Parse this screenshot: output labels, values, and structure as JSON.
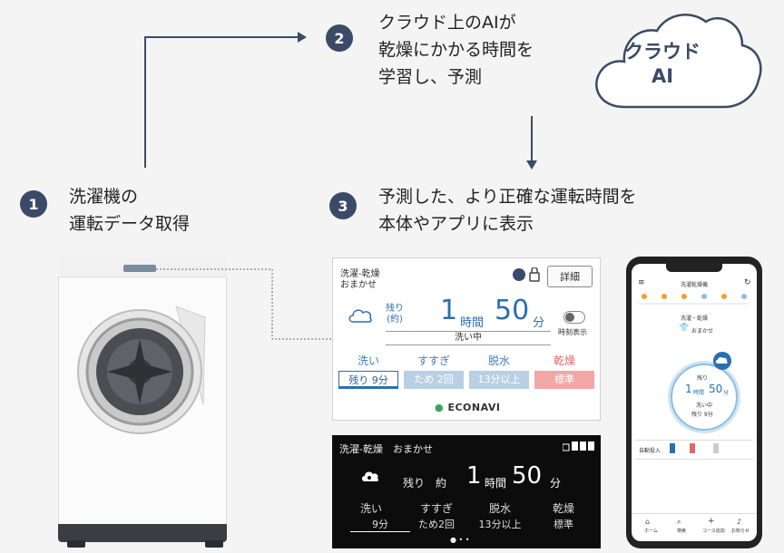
{
  "steps": [
    {
      "number": "1",
      "text": "洗濯機の\n運転データ取得"
    },
    {
      "number": "2",
      "text": "クラウド上のAIが\n乾燥にかかる時間を\n学習し、予測"
    },
    {
      "number": "3",
      "text": "予測した、より正確な運転時間を\n本体やアプリに表示"
    }
  ],
  "cloud": {
    "label": "クラウド\nAI"
  },
  "colors": {
    "step_circle": "#3b4a66",
    "accent_blue": "#2a6fb0",
    "dry_pink": "#f2a7a7",
    "econavi_green": "#3aa655"
  },
  "panel_light": {
    "title_line1": "洗濯-乾燥",
    "title_line2": "おまかせ",
    "detail_button": "詳細",
    "remain_label": "残り\n(約)",
    "hours": "1",
    "hours_unit": "時間",
    "minutes": "50",
    "minutes_unit": "分",
    "time_display_label": "時刻表示",
    "status": "洗い中",
    "stages": [
      {
        "name": "洗い",
        "value": "残り 9分"
      },
      {
        "name": "すすぎ",
        "value": "ため 2回"
      },
      {
        "name": "脱水",
        "value": "13分以上"
      },
      {
        "name": "乾燥",
        "value": "標準"
      }
    ],
    "logo_mark": "●",
    "logo": "ECONAVI"
  },
  "panel_dark": {
    "title": "洗濯-乾燥　おまかせ",
    "remain_label": "残り　約",
    "hours": "1",
    "hours_unit": "時間",
    "minutes": "50",
    "minutes_unit": "分",
    "stages": [
      {
        "name": "洗い",
        "value": "9分"
      },
      {
        "name": "すすぎ",
        "value": "ため2回"
      },
      {
        "name": "脱水",
        "value": "13分以上"
      },
      {
        "name": "乾燥",
        "value": "標準"
      }
    ],
    "page_dots": "● • •"
  },
  "phone": {
    "header": "洗濯乾燥機",
    "mode": "洗濯・乾燥",
    "course": "おまかせ",
    "remain": "残り",
    "time_h": "1",
    "time_h_unit": "時間",
    "time_m": "50",
    "time_m_unit": "分",
    "status": "洗い中",
    "sub_remain": "残り 9分",
    "auto_label": "自動投入",
    "nav": [
      "ホーム",
      "検索",
      "コース追加",
      "お知らせ"
    ]
  }
}
